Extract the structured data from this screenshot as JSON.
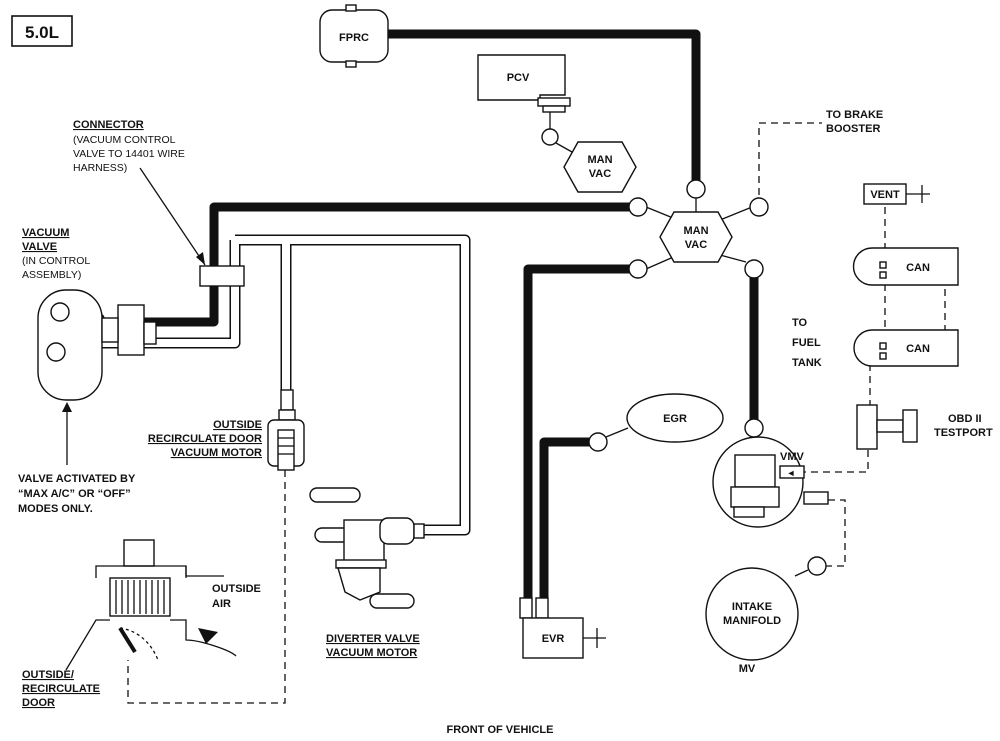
{
  "engine_badge": "5.0L",
  "components": {
    "fprc": "FPRC",
    "pcv": "PCV",
    "man_vac_top": [
      "MAN",
      "VAC"
    ],
    "man_vac_center": [
      "MAN",
      "VAC"
    ],
    "egr": "EGR",
    "evr": "EVR",
    "vent": "VENT",
    "can_1": "CAN",
    "can_2": "CAN",
    "vmv": "VMV",
    "intake_manifold": [
      "INTAKE",
      "MANIFOLD"
    ],
    "mv": "MV"
  },
  "labels": {
    "connector_title": "CONNECTOR",
    "connector_desc": [
      "(VACUUM CONTROL",
      "VALVE TO 14401 WIRE",
      "HARNESS)"
    ],
    "vacuum_valve_title": [
      "VACUUM",
      "VALVE"
    ],
    "vacuum_valve_desc": [
      "(IN CONTROL",
      "ASSEMBLY)"
    ],
    "valve_activated": [
      "VALVE ACTIVATED BY",
      "“MAX A/C” OR “OFF”",
      "MODES ONLY."
    ],
    "recirc_door_motor": [
      "OUTSIDE",
      "RECIRCULATE DOOR",
      "VACUUM MOTOR"
    ],
    "outside_air": [
      "OUTSIDE",
      "AIR"
    ],
    "recirc_door": [
      "OUTSIDE/",
      "RECIRCULATE",
      "DOOR"
    ],
    "diverter_motor": [
      "DIVERTER VALVE",
      "VACUUM MOTOR"
    ],
    "to_brake_booster": [
      "TO BRAKE",
      "BOOSTER"
    ],
    "to_fuel_tank": [
      "TO",
      "FUEL",
      "TANK"
    ],
    "obd_testport": [
      "OBD II",
      "TESTPORT"
    ],
    "front_of_vehicle": "FRONT OF VEHICLE"
  },
  "colors": {
    "line": "#111111",
    "background": "#ffffff"
  }
}
